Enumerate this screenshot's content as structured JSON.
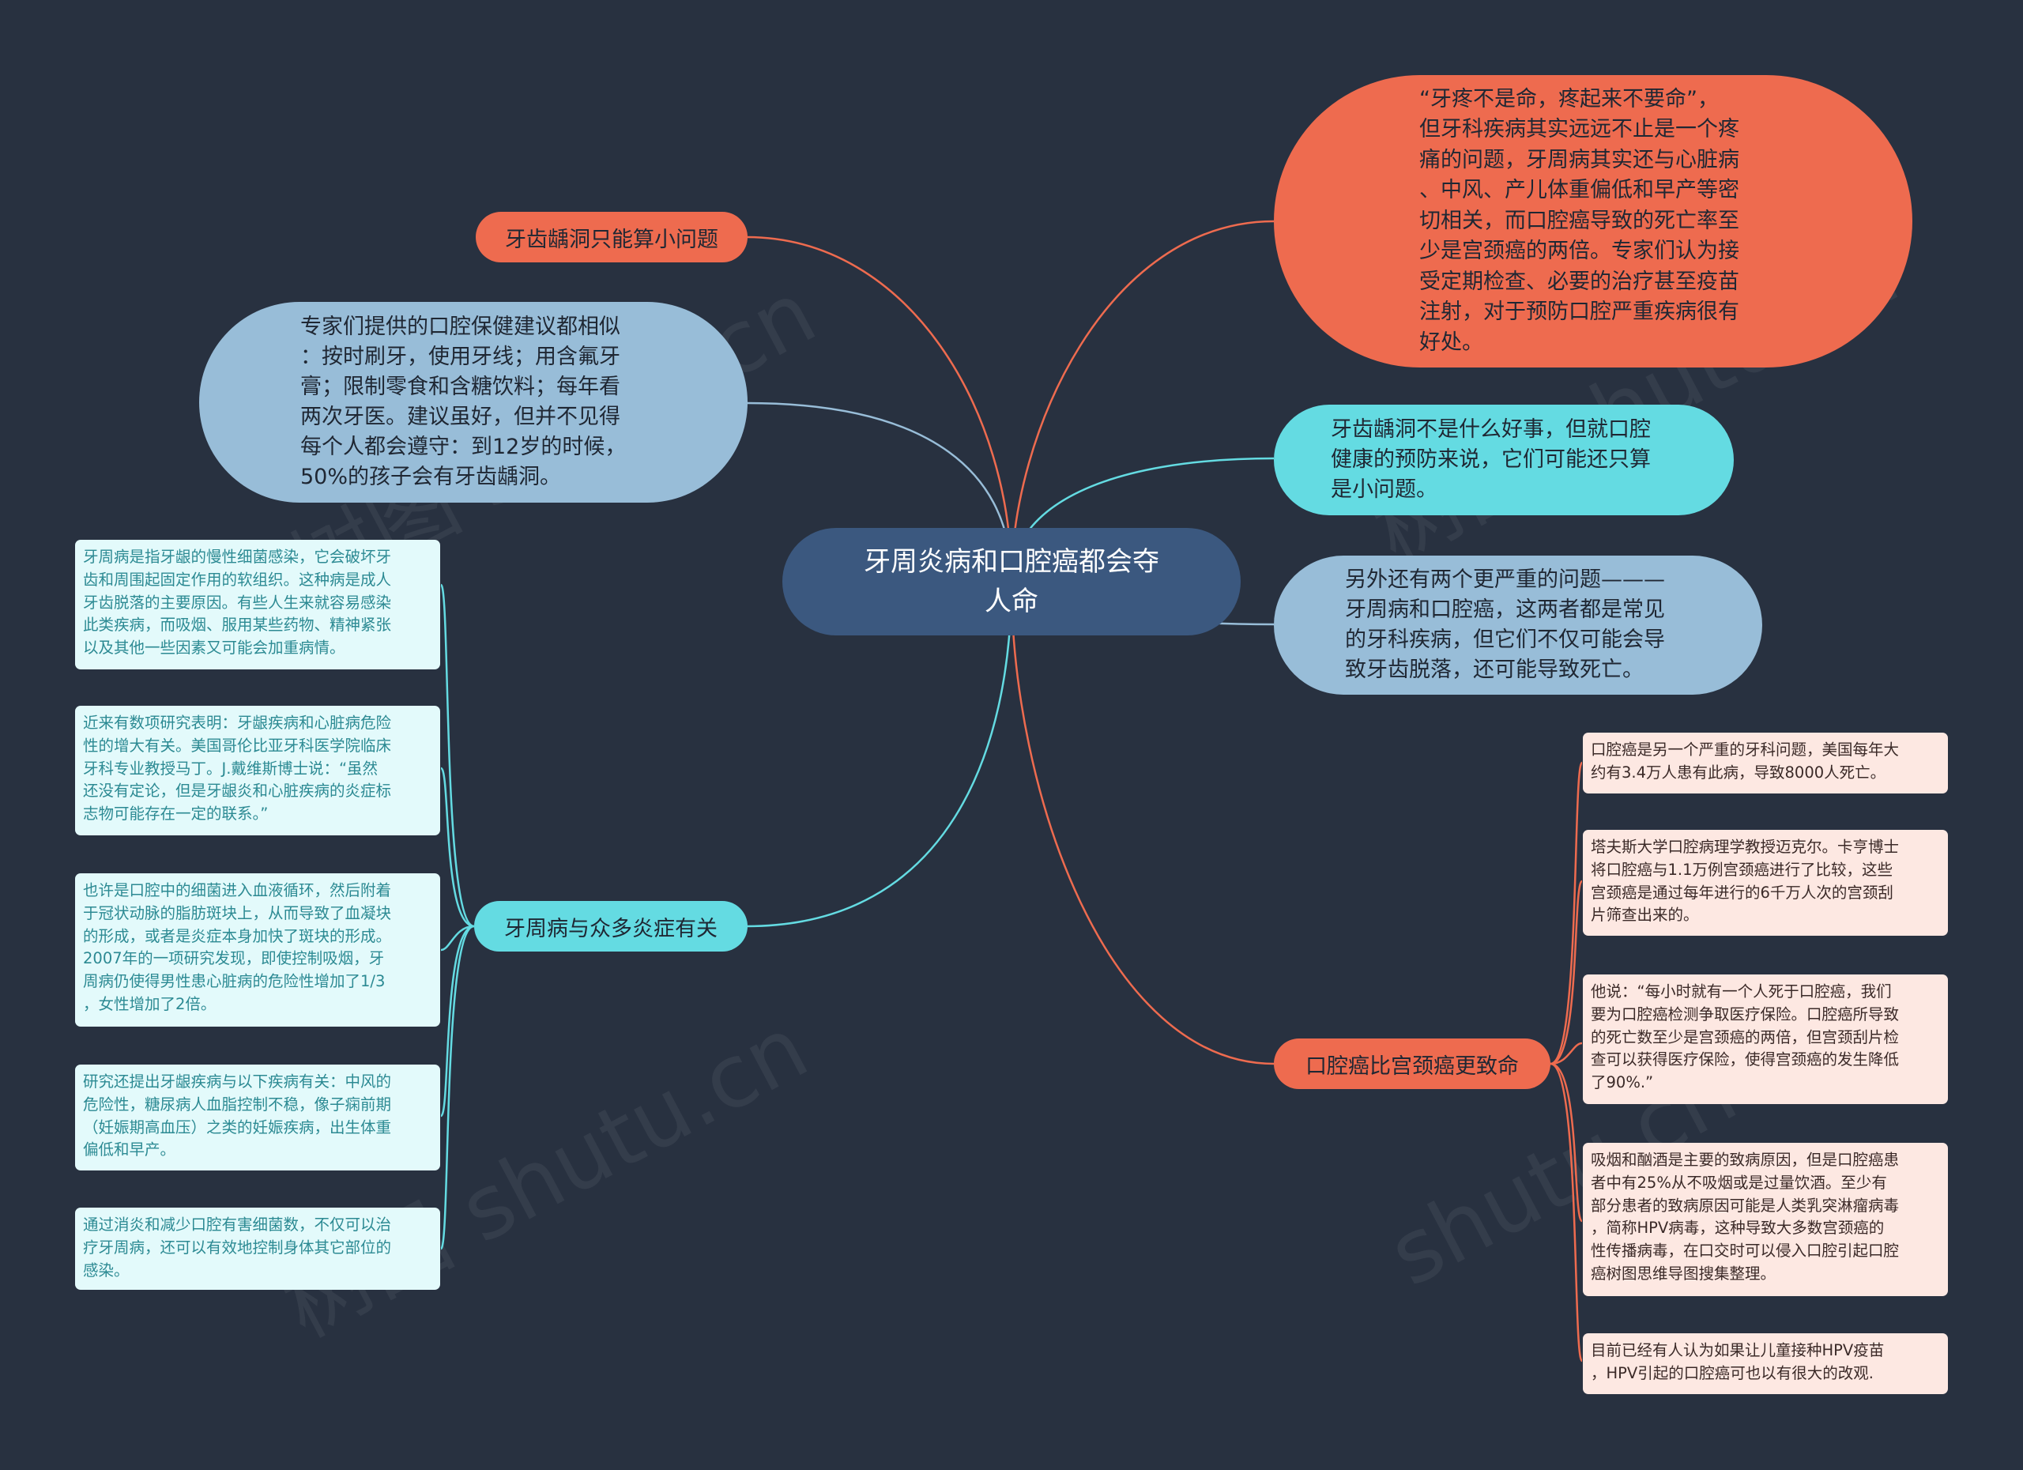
{
  "colors": {
    "background": "#283140",
    "center": "#3b587f",
    "orange": "#ee6b4f",
    "cyan": "#64dbe2",
    "blue_bubble": "#98bdd8",
    "leaf_cyan_bg": "#e3fafb",
    "leaf_red_bg": "#fde8e2"
  },
  "center": "牙周炎病和口腔癌都会夺\n人命",
  "left": {
    "caries_small": "牙齿龋洞只能算小问题",
    "expert_advice": "专家们提供的口腔保健建议都相似\n：按时刷牙，使用牙线；用含氟牙\n膏；限制零食和含糖饮料；每年看\n两次牙医。建议虽好，但并不见得\n每个人都会遵守：到12岁的时候，\n50%的孩子会有牙齿龋洞。",
    "inflammation_topic": "牙周病与众多炎症有关",
    "inflammation_details": [
      "牙周病是指牙龈的慢性细菌感染，它会破坏牙\n齿和周围起固定作用的软组织。这种病是成人\n牙齿脱落的主要原因。有些人生来就容易感染\n此类疾病，而吸烟、服用某些药物、精神紧张\n以及其他一些因素又可能会加重病情。",
      "近来有数项研究表明：牙龈疾病和心脏病危险\n性的增大有关。美国哥伦比亚牙科医学院临床\n牙科专业教授马丁。J.戴维斯博士说：“虽然\n还没有定论，但是牙龈炎和心脏疾病的炎症标\n志物可能存在一定的联系。”",
      "也许是口腔中的细菌进入血液循环，然后附着\n于冠状动脉的脂肪斑块上，从而导致了血凝块\n的形成，或者是炎症本身加快了斑块的形成。\n2007年的一项研究发现，即使控制吸烟，牙\n周病仍使得男性患心脏病的危险性增加了1/3\n，女性增加了2倍。",
      "研究还提出牙龈疾病与以下疾病有关：中风的\n危险性，糖尿病人血脂控制不稳，像子痫前期\n（妊娠期高血压）之类的妊娠疾病，出生体重\n偏低和早产。",
      "通过消炎和减少口腔有害细菌数，不仅可以治\n疗牙周病，还可以有效地控制身体其它部位的\n感染。"
    ]
  },
  "right": {
    "toothache_quote": "“牙疼不是命，疼起来不要命”，\n但牙科疾病其实远远不止是一个疼\n痛的问题，牙周病其实还与心脏病\n、中风、产儿体重偏低和早产等密\n切相关，而口腔癌导致的死亡率至\n少是宫颈癌的两倍。专家们认为接\n受定期检查、必要的治疗甚至疫苗\n注射，对于预防口腔严重疾病很有\n好处。",
    "caries_not_good": "牙齿龋洞不是什么好事，但就口腔\n健康的预防来说，它们可能还只算\n是小问题。",
    "two_diseases": "另外还有两个更严重的问题———\n牙周病和口腔癌，这两者都是常见\n的牙科疾病，但它们不仅可能会导\n致牙齿脱落，还可能导致死亡。",
    "cancer_topic": "口腔癌比宫颈癌更致命",
    "cancer_details": [
      "口腔癌是另一个严重的牙科问题，美国每年大\n约有3.4万人患有此病，导致8000人死亡。",
      "塔夫斯大学口腔病理学教授迈克尔。卡亨博士\n将口腔癌与1.1万例宫颈癌进行了比较，这些\n宫颈癌是通过每年进行的6千万人次的宫颈刮\n片筛查出来的。",
      "他说：“每小时就有一个人死于口腔癌，我们\n要为口腔癌检测争取医疗保险。口腔癌所导致\n的死亡数至少是宫颈癌的两倍，但宫颈刮片检\n查可以获得医疗保险，使得宫颈癌的发生降低\n了90%.”",
      "吸烟和酗酒是主要的致病原因，但是口腔癌患\n者中有25%从不吸烟或是过量饮酒。至少有\n部分患者的致病原因可能是人类乳突淋瘤病毒\n，简称HPV病毒，这种导致大多数宫颈癌的\n性传播病毒，在口交时可以侵入口腔引起口腔\n癌树图思维导图搜集整理。",
      "目前已经有人认为如果让儿童接种HPV疫苗\n，HPV引起的口腔癌可也以有很大的改观."
    ]
  }
}
